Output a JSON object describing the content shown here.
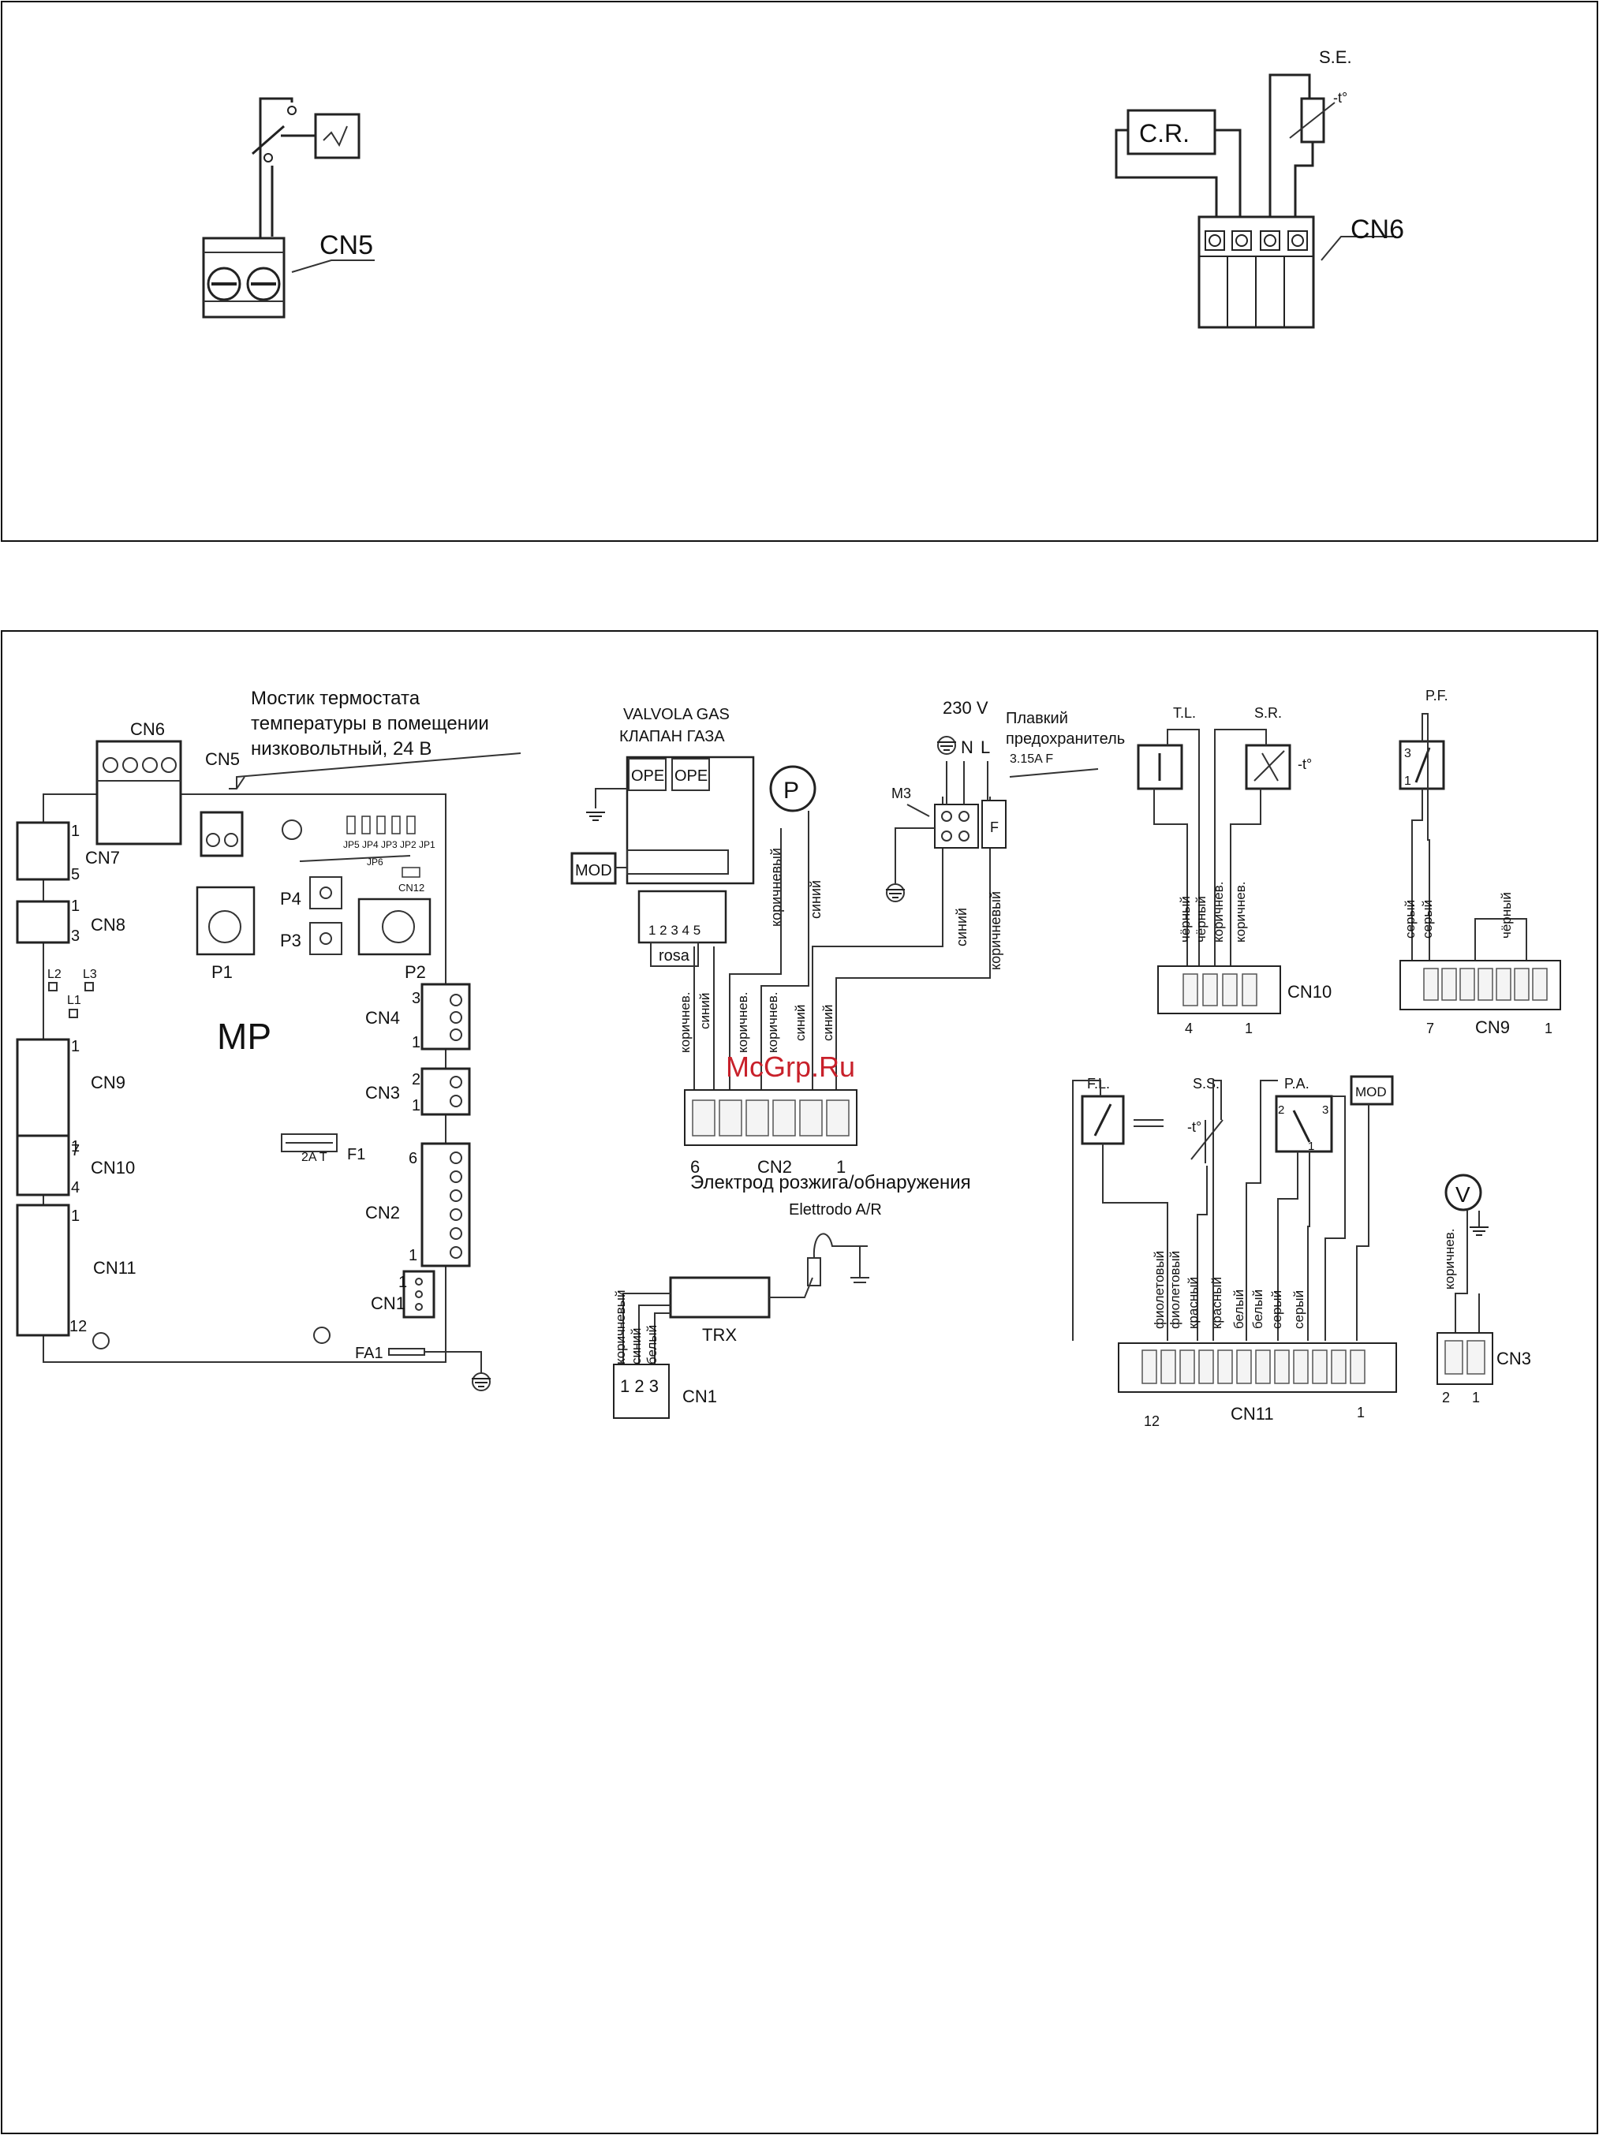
{
  "top_panel": {
    "cn5_label": "CN5",
    "cn6_label": "CN6",
    "cr_label": "C.R.",
    "se_label": "S.E.",
    "se_temp": "-t°"
  },
  "board": {
    "mp_label": "MP",
    "cn6": "CN6",
    "cn5": "CN5",
    "note": [
      "Мостик термостата",
      "температуры в помещении",
      "низковольтный, 24 В"
    ],
    "cn7": "CN7",
    "cn7_pins": [
      "1",
      "5"
    ],
    "cn8": "CN8",
    "cn8_pins": [
      "1",
      "3"
    ],
    "cn9": "CN9",
    "cn9_pins": [
      "1",
      "7"
    ],
    "cn10": "CN10",
    "cn10_pins": [
      "1",
      "4"
    ],
    "cn11": "CN11",
    "cn11_pins": [
      "1",
      "12"
    ],
    "leds": [
      "L2",
      "L3",
      "L1"
    ],
    "jumpers": "JP5 JP4 JP3 JP2 JP1",
    "jp6": "JP6",
    "cn12": "CN12",
    "p1": "P1",
    "p2": "P2",
    "p3": "P3",
    "p4": "P4",
    "cn4": "CN4",
    "cn4_pins": [
      "3",
      "1"
    ],
    "cn3": "CN3",
    "cn3_pins": [
      "2",
      "1"
    ],
    "cn2": "CN2",
    "cn2_pins": [
      "6",
      "1"
    ],
    "cn1": "CN1",
    "cn1_pin": "1",
    "fuse": "F1",
    "fuse_rating": "2A T",
    "fa1": "FA1"
  },
  "gas_valve": {
    "title1": "VALVOLA GAS",
    "title2": "КЛАПАН ГАЗА",
    "ope1": "OPE",
    "ope2": "OPE",
    "mod": "MOD",
    "rosa": "rosa",
    "rosa_pins": "1 2 3 4 5",
    "pump": "P"
  },
  "power": {
    "voltage": "230 V",
    "n": "N",
    "l": "L",
    "m3": "M3",
    "fuse_note1": "Плавкий",
    "fuse_note2": "предохранитель",
    "fuse_rating": "3.15A F",
    "f": "F"
  },
  "cn2_connector": {
    "label": "CN2",
    "pin_left": "6",
    "pin_right": "1",
    "wires": [
      "коричнев.",
      "синий",
      "коричнев.",
      "коричнев.",
      "синий",
      "синий"
    ],
    "pump_wires": [
      "коричневый",
      "синий"
    ],
    "power_wires": [
      "синий",
      "коричневый"
    ]
  },
  "electrode": {
    "title": "Электрод розжига/обнаружения",
    "subtitle": "Elettrodo A/R",
    "trx": "TRX",
    "cn1": "CN1",
    "pins": "1 2 3",
    "wires": [
      "коричневый",
      "синий",
      "белый"
    ]
  },
  "cn10_group": {
    "tl": "T.L.",
    "sr": "S.R.",
    "temp": "-t°",
    "label": "CN10",
    "pin_left": "4",
    "pin_right": "1",
    "wires": [
      "чёрный",
      "чёрный",
      "коричнев.",
      "коричнев."
    ]
  },
  "cn9_group": {
    "pf": "P.F.",
    "pf_pins": [
      "3",
      "1"
    ],
    "label": "CN9",
    "pin_left": "7",
    "pin_right": "1",
    "wires": [
      "серый",
      "серый",
      "чёрный"
    ]
  },
  "cn11_group": {
    "fl": "F.L.",
    "ss": "S.S.",
    "pa": "P.A.",
    "mod": "MOD",
    "temp": "-t°",
    "pa_pins": [
      "2",
      "3",
      "1"
    ],
    "label": "CN11",
    "pin_left": "12",
    "pin_right": "1",
    "wires": [
      "фиолетовый",
      "фиолетовый",
      "красный",
      "красный",
      "белый",
      "белый",
      "серый",
      "серый"
    ]
  },
  "cn3_group": {
    "v": "V",
    "label": "CN3",
    "pins": [
      "2",
      "1"
    ],
    "wire": "коричнев."
  },
  "watermark": "McGrp.Ru",
  "colors": {
    "watermark": "#c8202a",
    "line": "#222222"
  }
}
